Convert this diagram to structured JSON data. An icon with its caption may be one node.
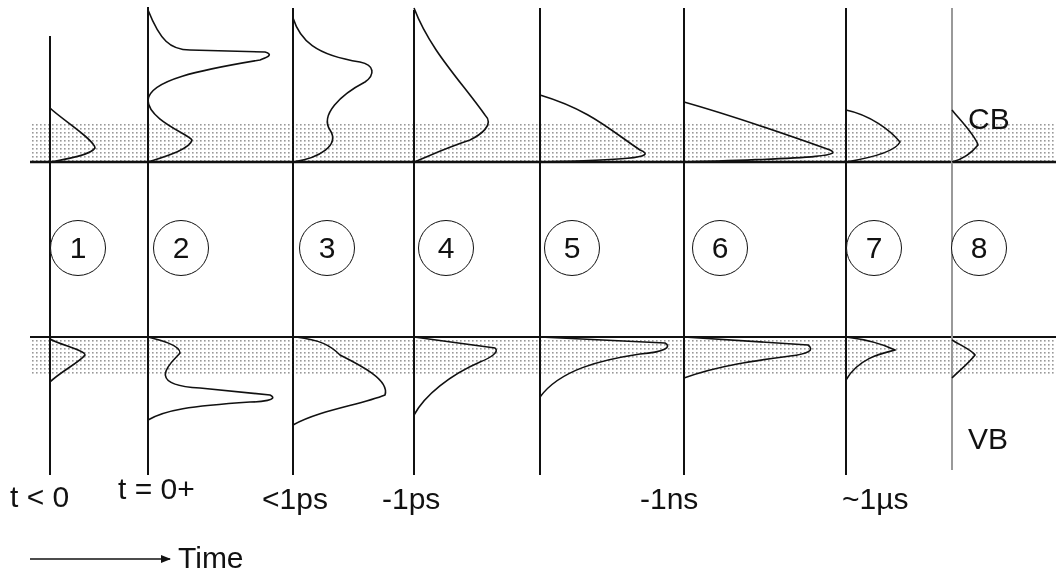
{
  "diagram": {
    "nodes": [
      {
        "text": [
          "1"
        ]
      },
      {
        "text": [
          "2"
        ]
      },
      {
        "text": [
          "3"
        ]
      },
      {
        "text": [
          "4"
        ]
      },
      {
        "text": [
          "5"
        ]
      },
      {
        "text": [
          "6"
        ]
      },
      {
        "text": [
          "7"
        ]
      },
      {
        "text": [
          "8"
        ]
      }
    ],
    "labels": [
      "CB",
      "VB",
      "t < 0",
      "t = 0+",
      "<1ps",
      "-1ps",
      "-1ns",
      "~1µs",
      "Time"
    ]
  }
}
